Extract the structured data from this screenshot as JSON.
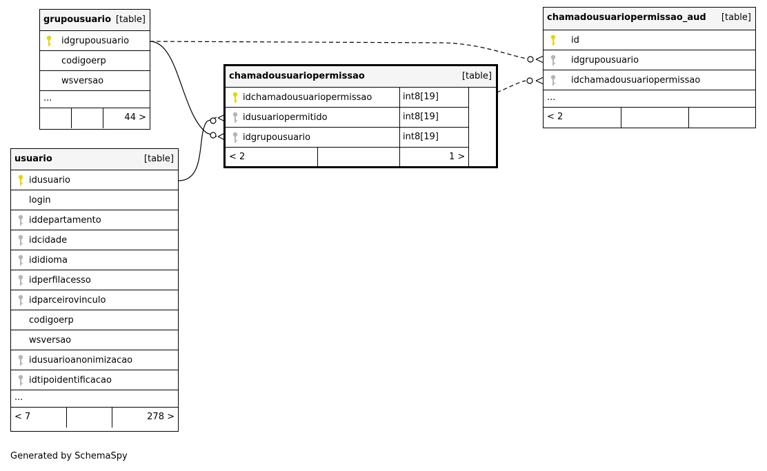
{
  "tables": {
    "grupousuario": {
      "name": "grupousuario",
      "tag": "[table]",
      "columns": [
        "idgrupousuario",
        "codigoerp",
        "wsversao"
      ],
      "ellipsis": "...",
      "footer": {
        "left": "",
        "right": "44 >"
      }
    },
    "usuario": {
      "name": "usuario",
      "tag": "[table]",
      "columns": [
        "idusuario",
        "login",
        "iddepartamento",
        "idcidade",
        "ididioma",
        "idperfilacesso",
        "idparceirovinculo",
        "codigoerp",
        "wsversao",
        "idusuarioanonimizacao",
        "idtipoidentificacao"
      ],
      "ellipsis": "...",
      "footer": {
        "left": "< 7",
        "right": "278 >"
      }
    },
    "chamadousuariopermissao": {
      "name": "chamadousuariopermissao",
      "tag": "[table]",
      "columns": [
        {
          "name": "idchamadousuariopermissao",
          "type": "int8[19]"
        },
        {
          "name": "idusuariopermitido",
          "type": "int8[19]"
        },
        {
          "name": "idgrupousuario",
          "type": "int8[19]"
        }
      ],
      "footer": {
        "left": "< 2",
        "right": "1 >"
      }
    },
    "chamadousuariopermissao_aud": {
      "name": "chamadousuariopermissao_aud",
      "tag": "[table]",
      "columns": [
        "id",
        "idgrupousuario",
        "idchamadousuariopermissao"
      ],
      "ellipsis": "...",
      "footer": {
        "left": "< 2",
        "right": ""
      }
    }
  },
  "footer_text": "Generated by SchemaSpy",
  "colors": {
    "primary_key": "#e6d400",
    "foreign_key": "#b5b5b5",
    "header_bg": "#f5f5f5"
  }
}
